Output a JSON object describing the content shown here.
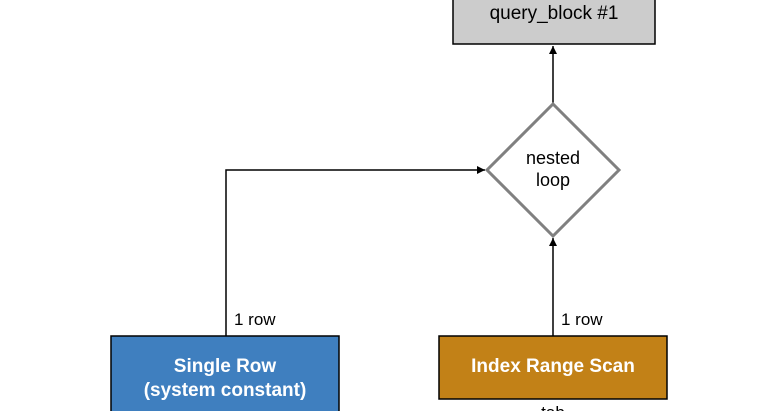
{
  "query_block": {
    "label": "query_block #1",
    "fill": "#cccccc"
  },
  "join": {
    "line1": "nested",
    "line2": "loop",
    "stroke": "#808080"
  },
  "edges": {
    "left_rows": "1 row",
    "right_rows": "1 row"
  },
  "single_row": {
    "line1": "Single Row",
    "line2": "(system constant)",
    "fill": "#3f7fbf"
  },
  "range_scan": {
    "label": "Index Range Scan",
    "fill": "#c28117",
    "table_label": "tab"
  }
}
